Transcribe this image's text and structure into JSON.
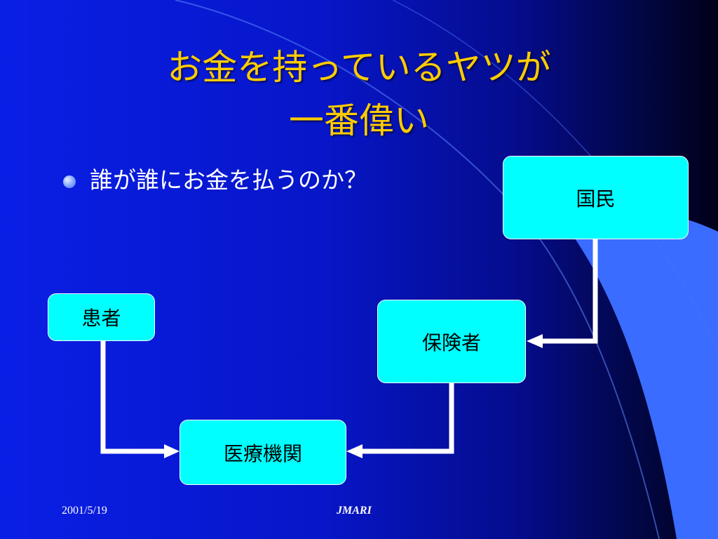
{
  "title": {
    "line1": "お金を持っているヤツが",
    "line2": "一番偉い"
  },
  "bullet": {
    "text": "誰が誰にお金を払うのか？"
  },
  "diagram": {
    "nodes": {
      "kokumin": "国民",
      "kanja": "患者",
      "hokensha": "保険者",
      "iryo": "医療機関"
    },
    "edges": [
      {
        "from": "国民",
        "to": "保険者"
      },
      {
        "from": "患者",
        "to": "医療機関"
      },
      {
        "from": "保険者",
        "to": "医療機関"
      }
    ]
  },
  "footer": {
    "date": "2001/5/19",
    "organization": "JMARI"
  },
  "colors": {
    "title": "#ffcc00",
    "box_fill": "#00ffff",
    "text": "#ffffff",
    "background": "#0716c8",
    "decoration": "#3a6cff"
  }
}
